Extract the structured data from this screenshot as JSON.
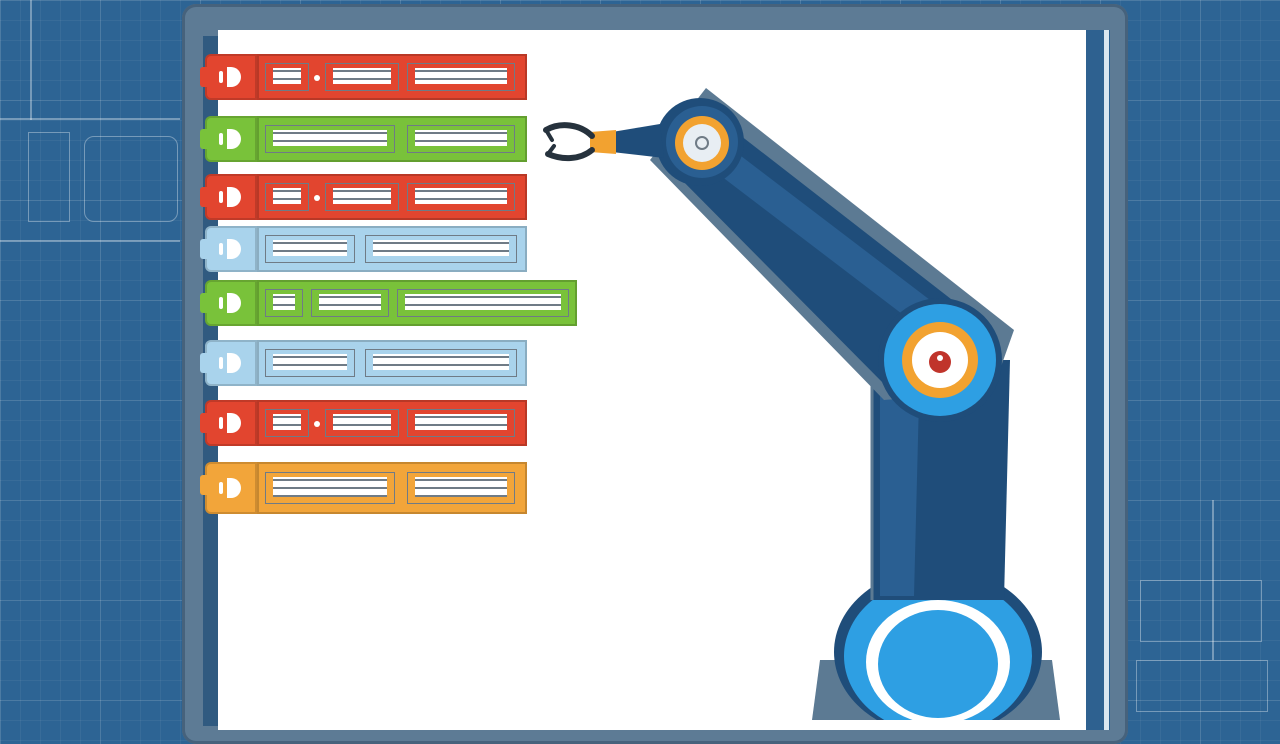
{
  "scene": {
    "colors": {
      "background": "#2d6494",
      "monitor_frame": "#5d7b95",
      "screen": "#ffffff",
      "block_red": "#e2452f",
      "block_green": "#79c23a",
      "block_blue": "#a9d3ec",
      "block_orange": "#f2a53a",
      "arm_dark": "#1f4d7a",
      "arm_light": "#2e9fe3",
      "joint_ring": "#f2a230"
    },
    "code_blocks": [
      {
        "color": "red"
      },
      {
        "color": "green"
      },
      {
        "color": "red"
      },
      {
        "color": "blue"
      },
      {
        "color": "green"
      },
      {
        "color": "blue"
      },
      {
        "color": "red"
      },
      {
        "color": "orange"
      }
    ],
    "icons": [
      "robot-arm-icon",
      "gripper-icon",
      "joint-icon"
    ]
  }
}
